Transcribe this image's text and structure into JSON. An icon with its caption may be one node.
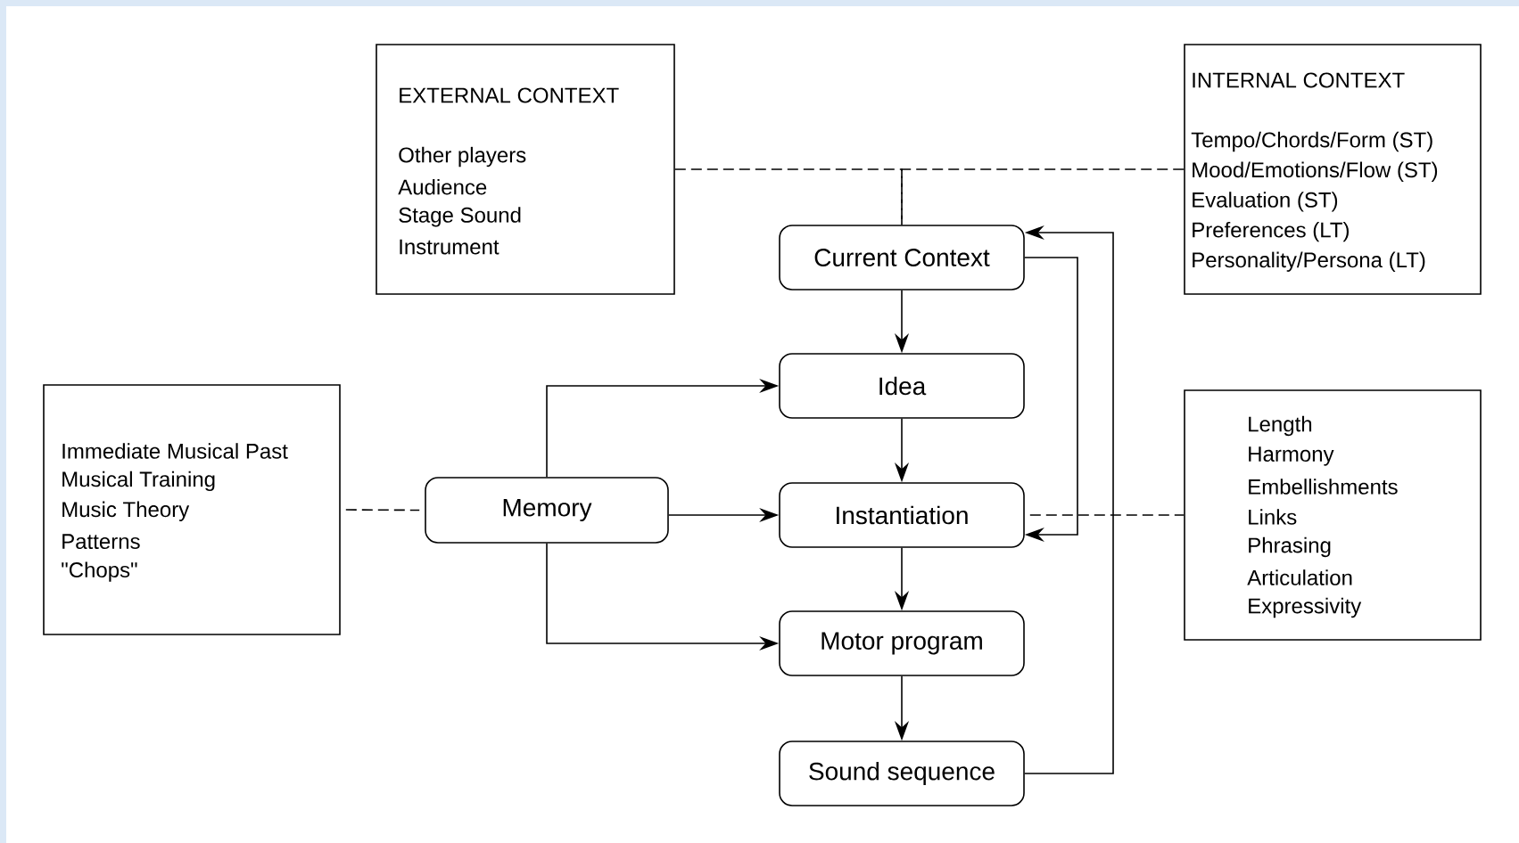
{
  "diagram": {
    "nodes": [
      {
        "text": [
          "EXTERNAL CONTEXT",
          "Other players",
          "Audience",
          "Stage Sound",
          "Instrument"
        ]
      },
      {
        "text": [
          "INTERNAL CONTEXT",
          "Tempo/Chords/Form (ST)",
          "Mood/Emotions/Flow (ST)",
          "Evaluation (ST)",
          "Preferences (LT)",
          "Personality/Persona (LT)"
        ]
      },
      {
        "text": [
          "Current Context"
        ]
      },
      {
        "text": [
          "Idea"
        ]
      },
      {
        "text": [
          "Immediate Musical Past",
          "Musical Training",
          "Music Theory",
          "Patterns",
          "\"Chops\""
        ]
      },
      {
        "text": [
          "Memory"
        ]
      },
      {
        "text": [
          "Instantiation"
        ]
      },
      {
        "text": [
          "Length",
          "Harmony",
          "Embellishments",
          "Links",
          "Phrasing",
          "Articulation",
          "Expressivity"
        ]
      },
      {
        "text": [
          "Motor program"
        ]
      },
      {
        "text": [
          "Sound sequence"
        ]
      }
    ],
    "edges": [
      {
        "from": 0,
        "to": 2,
        "arrow": "none",
        "style": "dashed"
      },
      {
        "from": 1,
        "to": 2,
        "arrow": "none",
        "style": "dashed"
      },
      {
        "from": 2,
        "to": 3,
        "arrow": "to"
      },
      {
        "from": 3,
        "to": 6,
        "arrow": "to"
      },
      {
        "from": 6,
        "to": 8,
        "arrow": "to"
      },
      {
        "from": 8,
        "to": 9,
        "arrow": "to"
      },
      {
        "from": 5,
        "to": 3,
        "arrow": "to"
      },
      {
        "from": 5,
        "to": 6,
        "arrow": "to"
      },
      {
        "from": 5,
        "to": 8,
        "arrow": "to"
      },
      {
        "from": 4,
        "to": 5,
        "arrow": "none",
        "style": "dashed"
      },
      {
        "from": 6,
        "to": 7,
        "arrow": "none",
        "style": "dashed"
      },
      {
        "from": 2,
        "to": 6,
        "arrow": "to"
      },
      {
        "from": 9,
        "to": 2,
        "arrow": "to"
      }
    ]
  }
}
